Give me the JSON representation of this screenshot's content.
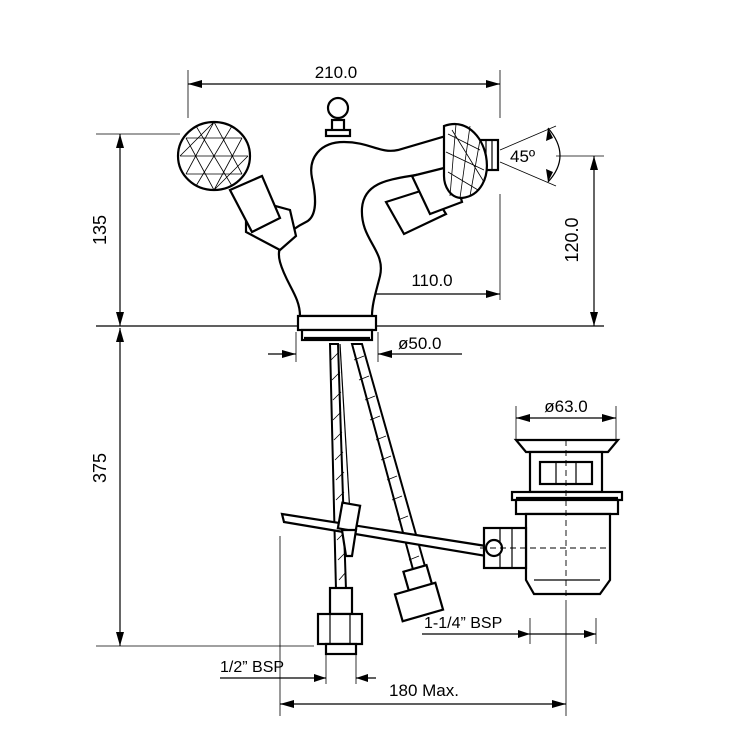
{
  "dimensions": {
    "overall_width": "210.0",
    "spout_reach": "110.0",
    "height_135": "135",
    "height_120": "120.0",
    "height_375": "375",
    "base_diameter": "ø50.0",
    "waste_diameter": "ø63.0",
    "max_180": "180 Max.",
    "spout_angle": "45º"
  },
  "labels": {
    "inlet_thread": "1/2” BSP",
    "waste_thread": "1-1/4” BSP"
  }
}
